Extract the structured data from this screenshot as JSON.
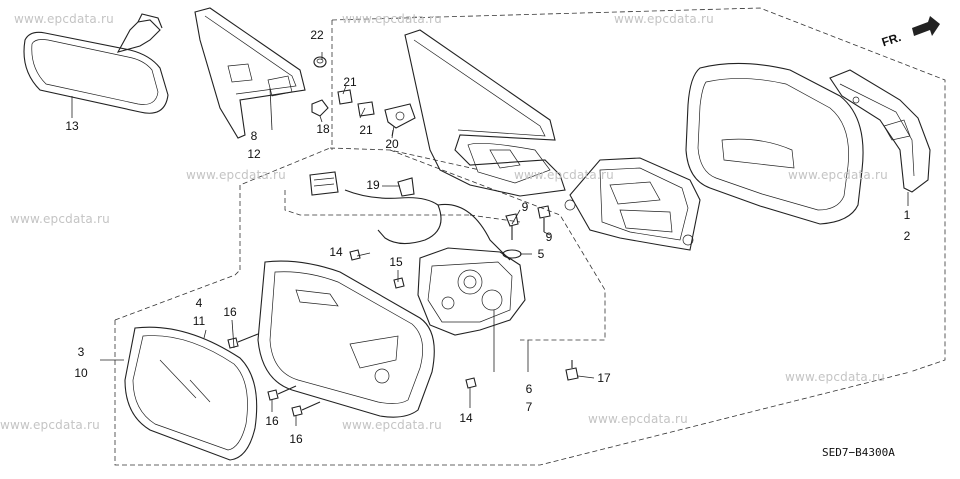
{
  "watermark": "www.epcdata.ru",
  "diagram_code": "SED7−B4300A",
  "direction_label": "FR.",
  "callouts": {
    "c1": "1",
    "c2": "2",
    "c3": "3",
    "c10": "10",
    "c4": "4",
    "c11": "11",
    "c5": "5",
    "c6": "6",
    "c7": "7",
    "c8": "8",
    "c12": "12",
    "c9a": "9",
    "c9b": "9",
    "c13": "13",
    "c14a": "14",
    "c14b": "14",
    "c15": "15",
    "c16a": "16",
    "c16b": "16",
    "c16c": "16",
    "c17": "17",
    "c18": "18",
    "c19": "19",
    "c20": "20",
    "c21a": "21",
    "c21b": "21",
    "c22": "22"
  }
}
